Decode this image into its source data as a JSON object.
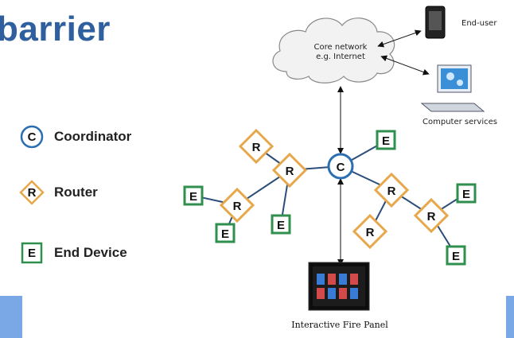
{
  "title": "barrier",
  "legend": {
    "coordinator": {
      "symbol": "C",
      "label": "Coordinator"
    },
    "router": {
      "symbol": "R",
      "label": "Router"
    },
    "end_device": {
      "symbol": "E",
      "label": "End Device"
    }
  },
  "cloud": {
    "line1": "Core network",
    "line2": "e.g. Internet"
  },
  "end_user_label": "End-user",
  "computer_label": "Computer services",
  "panel_label": "Interactive Fire Panel",
  "colors": {
    "coordinator": "#2b6fb3",
    "router": "#e6a84a",
    "end_device": "#2f8f4c",
    "link": "#2a4d7a",
    "title": "#2f5f9e",
    "accent_bar": "#7aa8e6"
  }
}
